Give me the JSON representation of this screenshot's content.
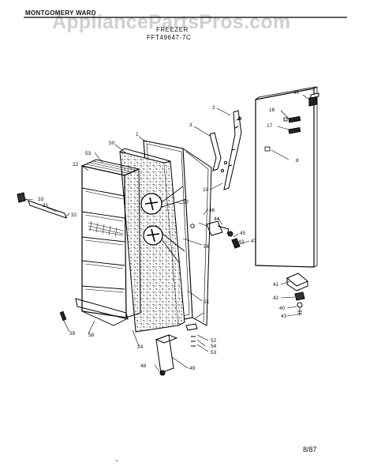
{
  "header": {
    "brand": "MONTGOMERY WARD",
    "appliance_type": "FREEZER",
    "model": "FFT49647-7C"
  },
  "watermark": "AppliancePartsPros.com",
  "footer": {
    "date": "8/87"
  },
  "part_labels": {
    "p1": "1",
    "p2": "2",
    "p3": "3",
    "p8": "8",
    "p10": "10",
    "p16": "16",
    "p17": "17",
    "p22": "22",
    "p24": "24",
    "p31": "31",
    "p32": "32",
    "p33": "33",
    "p39": "39",
    "p40a": "40",
    "p40b": "40",
    "p41": "41",
    "p42": "42",
    "p43a": "43",
    "p43b": "43",
    "p44": "44",
    "p45": "45",
    "p46": "46",
    "p47": "47",
    "p48": "48",
    "p49": "49",
    "p50": "50",
    "p51": "51",
    "p52": "52",
    "p53a": "53",
    "p53b": "53",
    "p54": "54",
    "p56": "56",
    "p57": "57",
    "p58": "58"
  }
}
